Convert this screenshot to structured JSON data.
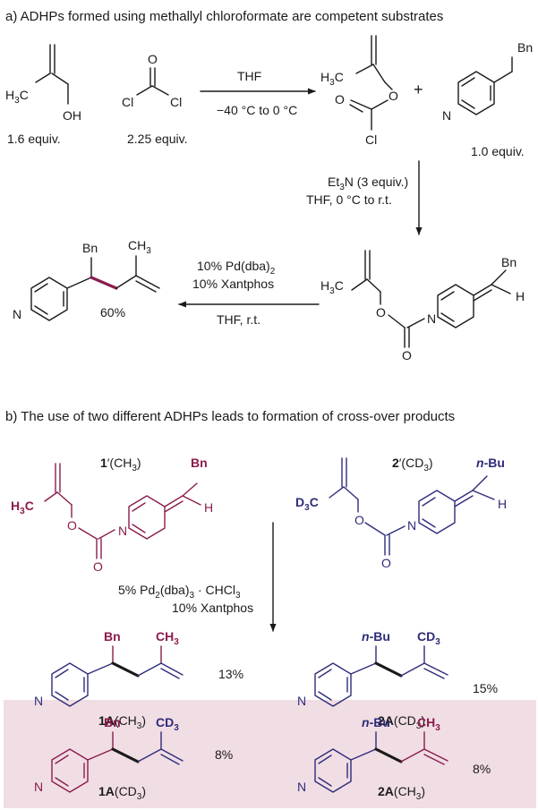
{
  "colors": {
    "maroon": "#8a1c4e",
    "navy": "#2e2c7a",
    "ink": "#1a1a1a",
    "highlight": "#f1dde4"
  },
  "section_a": {
    "heading": "a) ADHPs formed using methallyl chloroformate are competent substrates",
    "atoms": {
      "h3c": "H",
      "h3c_sub": "3",
      "h3c_end": "C",
      "oh": "OH",
      "o": "O",
      "cl": "Cl",
      "n": "N",
      "bn": "Bn",
      "h": "H",
      "ch3": "CH",
      "ch3_sub": "3"
    },
    "plus": "+",
    "reagent1_equiv": "1.6 equiv.",
    "reagent2_equiv": "2.25 equiv.",
    "pyridine_equiv": "1.0 equiv.",
    "step1_above": "THF",
    "step1_below": "−40 °C to 0  °C",
    "step2_line1": "Et",
    "step2_line1_sub": "3",
    "step2_line1_end": "N (3 equiv.)",
    "step2_line2": "THF, 0 °C to r.t.",
    "step3_line1": "10% Pd(dba)",
    "step3_line1_sub": "2",
    "step3_line2": "10% Xantphos",
    "step3_line3": "THF, r.t.",
    "product_yield": "60%"
  },
  "section_b": {
    "heading": "b) The use of two different ADHPs leads to formation of cross-over products",
    "atoms": {
      "h3c": "H",
      "h3c_sub": "3",
      "h3c_end": "C",
      "d3c": "D",
      "d3c_sub": "3",
      "d3c_end": "C",
      "o": "O",
      "n": "N",
      "bn": "Bn",
      "nbu_n": "n",
      "nbu_rest": "-Bu",
      "h": "H",
      "ch3": "CH",
      "ch3_sub": "3",
      "cd3": "CD",
      "cd3_sub": "3"
    },
    "sm1_label_bold": "1",
    "sm1_label_rest": "′(CH",
    "sm1_label_sub": "3",
    "sm1_label_end": ")",
    "sm2_label_bold": "2",
    "sm2_label_rest": "′(CD",
    "sm2_label_sub": "3",
    "sm2_label_end": ")",
    "conditions_line1": "5% Pd",
    "conditions_line1_sub1": "2",
    "conditions_line1_mid": "(dba)",
    "conditions_line1_sub2": "3",
    "conditions_line1_end": " · CHCl",
    "conditions_line1_sub3": "3",
    "conditions_line2": "10% Xantphos",
    "products": [
      {
        "bold": "1A",
        "rest": "(CH",
        "sub": "3",
        "end": ")",
        "yield": "13%"
      },
      {
        "bold": "2A",
        "rest": "(CD",
        "sub": "3",
        "end": ")",
        "yield": "15%"
      },
      {
        "bold": "1A",
        "rest": "(CD",
        "sub": "3",
        "end": ")",
        "yield": "8%"
      },
      {
        "bold": "2A",
        "rest": "(CH",
        "sub": "3",
        "end": ")",
        "yield": "8%"
      }
    ]
  }
}
